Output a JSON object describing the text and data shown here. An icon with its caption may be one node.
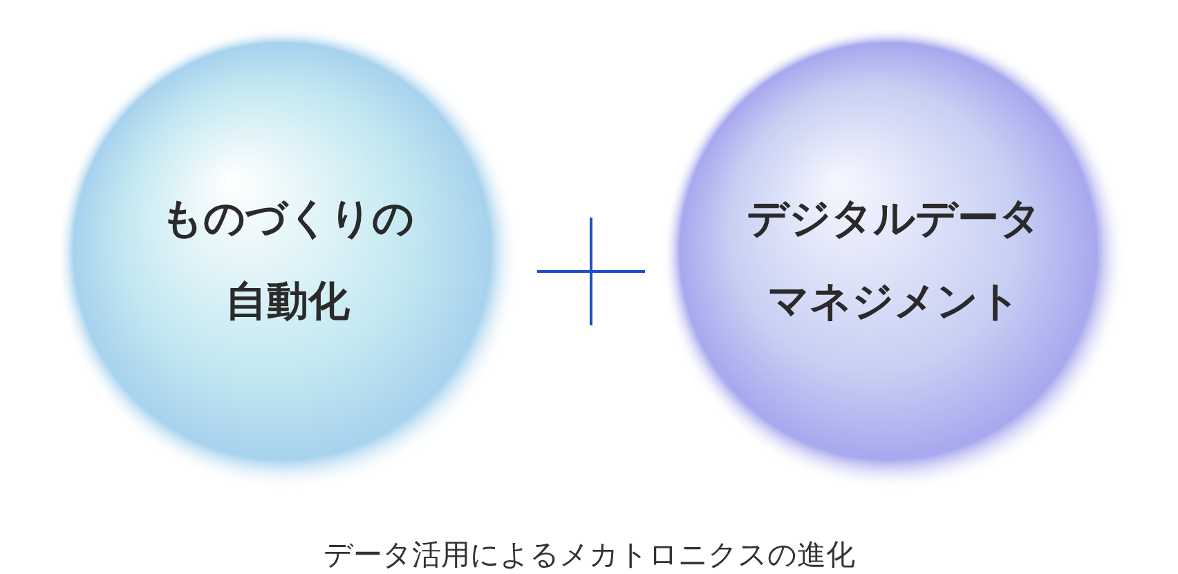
{
  "diagram": {
    "caption": "データ活用によるメカトロニクスの進化",
    "nodes": [
      {
        "text": [
          "ものづくりの自動化"
        ]
      },
      {
        "text": [
          "デジタルデータマネジメント"
        ]
      }
    ]
  }
}
